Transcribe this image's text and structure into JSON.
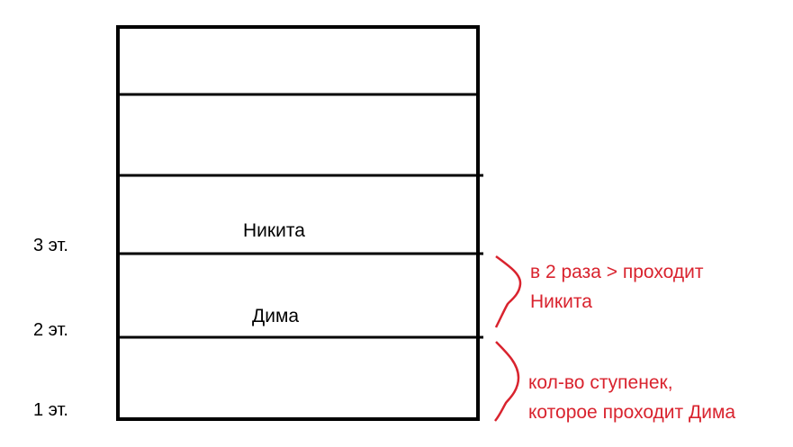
{
  "floors": [
    {
      "label": "3 эт."
    },
    {
      "label": "2 эт."
    },
    {
      "label": "1 эт."
    }
  ],
  "people": {
    "upper": "Никита",
    "lower": "Дима"
  },
  "annotations": {
    "upper_line1": "в 2 раза > проходит",
    "upper_line2": "Никита",
    "lower_line1": "кол-во ступенек,",
    "lower_line2": "которое проходит Дима"
  },
  "colors": {
    "lines": "#000000",
    "annotation": "#d9232e"
  }
}
